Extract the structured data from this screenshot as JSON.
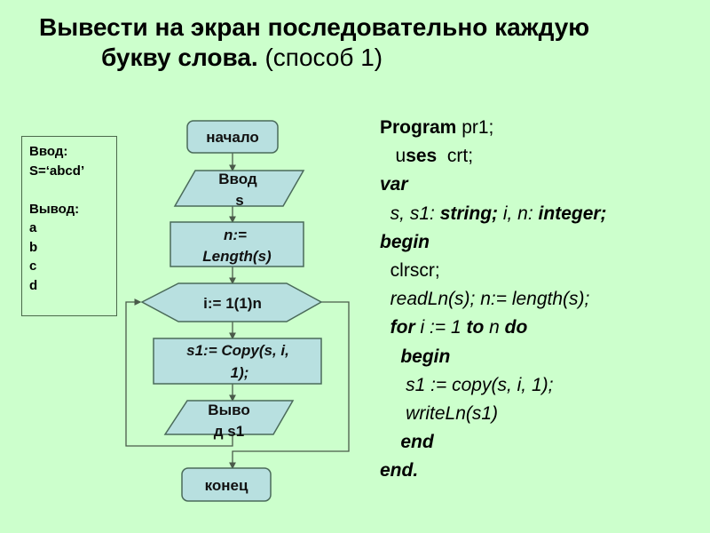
{
  "title": {
    "line1": "Вывести на экран последовательно каждую",
    "line2_bold": "букву слова.",
    "line2_normal": "(способ 1)"
  },
  "io_example": {
    "lines": [
      "Ввод:",
      "S=‘abcd’",
      "",
      "Вывод:",
      "a",
      "b",
      "c",
      "d"
    ]
  },
  "flowchart": {
    "colors": {
      "fill": "#b8e0e0",
      "stroke": "#4a6a5a",
      "background": "#ccffcc"
    },
    "start": "начало",
    "input": [
      "Ввод",
      "s"
    ],
    "assign_n": [
      "n:=",
      "Length(s)"
    ],
    "loop": "i:= 1(1)n",
    "assign_s1": [
      "s1:= Copy(s, i,",
      "1);"
    ],
    "output": [
      "Выво",
      "д s1"
    ],
    "end": "конец"
  },
  "code": {
    "lines": [
      [
        {
          "t": "Program",
          "s": "b"
        },
        {
          "t": " pr1;",
          "s": ""
        }
      ],
      [
        {
          "t": "   u",
          "s": ""
        },
        {
          "t": "ses",
          "s": "b"
        },
        {
          "t": "  crt;",
          "s": ""
        }
      ],
      [
        {
          "t": "var",
          "s": "bi"
        }
      ],
      [
        {
          "t": "  s, s1: ",
          "s": "i"
        },
        {
          "t": "string;",
          "s": "bi"
        },
        {
          "t": " i, n: ",
          "s": "i"
        },
        {
          "t": "integer;",
          "s": "bi"
        }
      ],
      [
        {
          "t": "begin",
          "s": "bi"
        }
      ],
      [
        {
          "t": "  clrscr;",
          "s": ""
        }
      ],
      [
        {
          "t": "  readLn(s); n:= length(s);",
          "s": "i"
        }
      ],
      [
        {
          "t": "  for",
          "s": "bi"
        },
        {
          "t": " i := 1 ",
          "s": "i"
        },
        {
          "t": "to",
          "s": "bi"
        },
        {
          "t": " n ",
          "s": "i"
        },
        {
          "t": "do",
          "s": "bi"
        }
      ],
      [
        {
          "t": "    begin",
          "s": "bi"
        }
      ],
      [
        {
          "t": "     s1 := copy(s, i, 1);",
          "s": "i"
        }
      ],
      [
        {
          "t": "     writeLn(s1)",
          "s": "i"
        }
      ],
      [
        {
          "t": "    end",
          "s": "bi"
        }
      ],
      [
        {
          "t": "end.",
          "s": "bi"
        }
      ]
    ]
  }
}
